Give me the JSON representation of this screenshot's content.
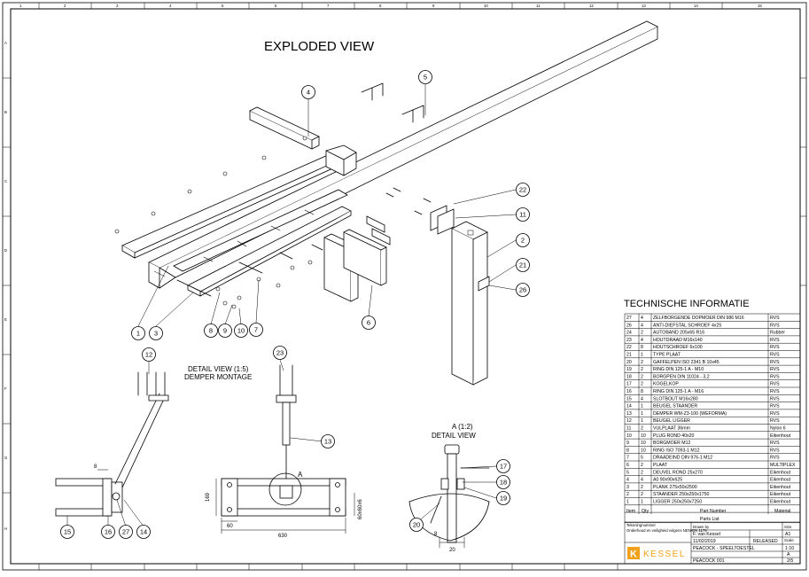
{
  "title": "EXPLODED VIEW",
  "detail_left": {
    "line1": "DETAIL VIEW (1:5)",
    "line2": "DEMPER MONTAGE"
  },
  "detail_right": {
    "line1": "A (1:2)",
    "line2": "DETAIL VIEW"
  },
  "section_label": "A",
  "info_title": "TECHNISCHE INFORMATIE",
  "balloons": {
    "b1": "1",
    "b2": "2",
    "b3": "3",
    "b4": "4",
    "b5": "5",
    "b6": "6",
    "b7": "7",
    "b8": "8",
    "b9": "9",
    "b10": "10",
    "b11": "11",
    "b12": "12",
    "b13": "13",
    "b14": "14",
    "b15": "15",
    "b16": "16",
    "b17": "17",
    "b18": "18",
    "b19": "19",
    "b20": "20",
    "b21": "21",
    "b22": "22",
    "b23": "23",
    "b26": "26",
    "b27": "27"
  },
  "dims": {
    "d8": "8",
    "d60": "60",
    "d630": "630",
    "d169": "169",
    "d60x60": "60x60x6",
    "d8b": "8",
    "d20": "20"
  },
  "border_top": [
    "1",
    "2",
    "3",
    "4",
    "5",
    "6",
    "7",
    "8",
    "9",
    "10",
    "11",
    "12",
    "13",
    "14",
    "15"
  ],
  "border_side": [
    "A",
    "B",
    "C",
    "D",
    "E",
    "F",
    "G",
    "H"
  ],
  "parts_table": {
    "headers": {
      "item": "Item",
      "qty": "Qty",
      "part": "Part Number",
      "material": "Material"
    },
    "rows": [
      {
        "item": "27",
        "qty": "4",
        "part": "ZELFBORGENDE DOPMOER DIN 986 M16",
        "material": "RVS"
      },
      {
        "item": "26",
        "qty": "4",
        "part": "ANTI-DIEFSTAL SCHROEF 4x25",
        "material": "RVS"
      },
      {
        "item": "24",
        "qty": "2",
        "part": "AUTOBAND 205x65 R16",
        "material": "Rubber"
      },
      {
        "item": "23",
        "qty": "4",
        "part": "HOUTDRAAD M16x140",
        "material": "RVS"
      },
      {
        "item": "22",
        "qty": "8",
        "part": "HOUTSCHROEF 6x100",
        "material": "RVS"
      },
      {
        "item": "21",
        "qty": "1",
        "part": "TYPE PLAAT",
        "material": "RVS"
      },
      {
        "item": "20",
        "qty": "2",
        "part": "GAFFELPEN ISO 2341 B 10x45",
        "material": "RVS"
      },
      {
        "item": "19",
        "qty": "2",
        "part": "RING DIN 125-1 A - M10",
        "material": "RVS"
      },
      {
        "item": "18",
        "qty": "2",
        "part": "BORGPEN DIN 11024 - 3,2",
        "material": "RVS"
      },
      {
        "item": "17",
        "qty": "2",
        "part": "KOGELKOP",
        "material": "RVS"
      },
      {
        "item": "16",
        "qty": "8",
        "part": "RING DIN 125-1 A - M16",
        "material": "RVS"
      },
      {
        "item": "15",
        "qty": "4",
        "part": "SLOTBOUT M16x280",
        "material": "RVS"
      },
      {
        "item": "14",
        "qty": "1",
        "part": "BEUGEL STAANDER",
        "material": "RVS"
      },
      {
        "item": "13",
        "qty": "1",
        "part": "DEMPER WM-Z3-100 (WEFORMA)",
        "material": "RVS"
      },
      {
        "item": "12",
        "qty": "1",
        "part": "BEUGEL LIGGER",
        "material": "RVS"
      },
      {
        "item": "11",
        "qty": "2",
        "part": "VULPLAAT 36mm",
        "material": "Nylon 6"
      },
      {
        "item": "10",
        "qty": "10",
        "part": "PLUG ROND 40x20",
        "material": "Eikenhout"
      },
      {
        "item": "9",
        "qty": "10",
        "part": "BORGMOER M12",
        "material": "RVS"
      },
      {
        "item": "8",
        "qty": "10",
        "part": "RING ISO 7093-1 M12",
        "material": "RVS"
      },
      {
        "item": "7",
        "qty": "5",
        "part": "DRAADEIND DIN 976-1 M12",
        "material": "RVS"
      },
      {
        "item": "6",
        "qty": "2",
        "part": "PLAAT",
        "material": "MULTIPLEX"
      },
      {
        "item": "5",
        "qty": "2",
        "part": "DEUVEL ROND 25x270",
        "material": "Eikenhout"
      },
      {
        "item": "4",
        "qty": "4",
        "part": "A0 90x90x625",
        "material": "Eikenhout"
      },
      {
        "item": "3",
        "qty": "2",
        "part": "PLANK 275x50x2500",
        "material": "Eikenhout"
      },
      {
        "item": "2",
        "qty": "2",
        "part": "STAANDER 250x250x1750",
        "material": "Eikenhout"
      },
      {
        "item": "1",
        "qty": "1",
        "part": "LIGGER 250x250x7250",
        "material": "Eikenhout"
      }
    ],
    "caption": "Parts List"
  },
  "title_block": {
    "drawn_label": "Drawn by",
    "author": "F. van Kessel",
    "date": "11/02/2019",
    "status": "RELEASED",
    "title": "PEACOCK - SPEELTOESTEL",
    "drawing_no": "PEACOCK 001",
    "size_label": "Size",
    "size": "A1",
    "scale_label": "Scale",
    "scale": "1:10",
    "rev": "A",
    "sheet": "2/5",
    "company": "KESSEL",
    "logo_letter": "K",
    "note1": "Tekeningnummer",
    "note2": "Onderhoud en veiligheid volgens NEN-EN 1176"
  },
  "colors": {
    "line": "#000000",
    "logo": "#f2a11b"
  }
}
